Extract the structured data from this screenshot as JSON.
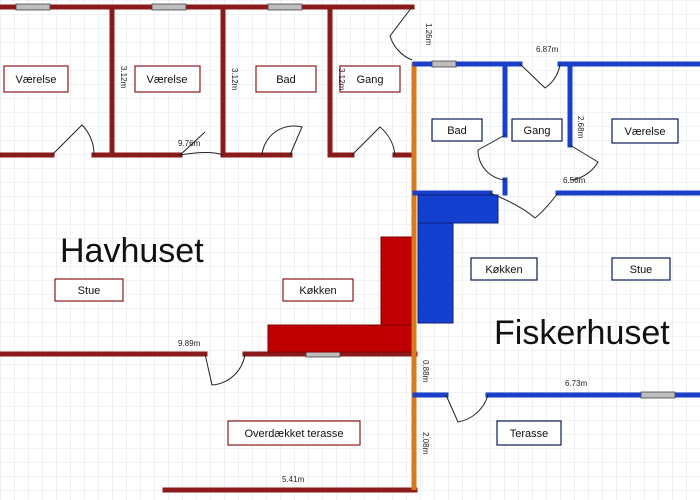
{
  "houses": {
    "left": "Havhuset",
    "right": "Fiskerhuset"
  },
  "rooms": {
    "havhuset_vaerelse_1": "Værelse",
    "havhuset_vaerelse_2": "Værelse",
    "havhuset_bad": "Bad",
    "havhuset_gang": "Gang",
    "havhuset_stue": "Stue",
    "havhuset_kokken": "Køkken",
    "havhuset_terrasse": "Overdækket terasse",
    "fiskerhuset_bad": "Bad",
    "fiskerhuset_gang": "Gang",
    "fiskerhuset_vaerelse": "Værelse",
    "fiskerhuset_kokken": "Køkken",
    "fiskerhuset_stue": "Stue",
    "fiskerhuset_terrasse": "Terasse"
  },
  "dimensions": {
    "d_1_26": "1.26m",
    "d_6_87": "6.87m",
    "d_3_12_a": "3.12m",
    "d_3_12_b": "3.12m",
    "d_3_12_c": "3.12m",
    "d_9_76": "9.76m",
    "d_2_68": "2.68m",
    "d_6_56": "6.56m",
    "d_9_89": "9.89m",
    "d_0_88": "0.88m",
    "d_6_73": "6.73m",
    "d_2_08": "2.08m",
    "d_5_41": "5.41m"
  },
  "colors": {
    "grid": "#d9dce4",
    "havhuset_wall": "#8b1a1a",
    "fiskerhuset_wall": "#1a3fc8",
    "divider_wall": "#d97a1e",
    "kitchen_red": "#c00000",
    "kitchen_blue": "#1440d0",
    "window": "#bdbdbd"
  }
}
